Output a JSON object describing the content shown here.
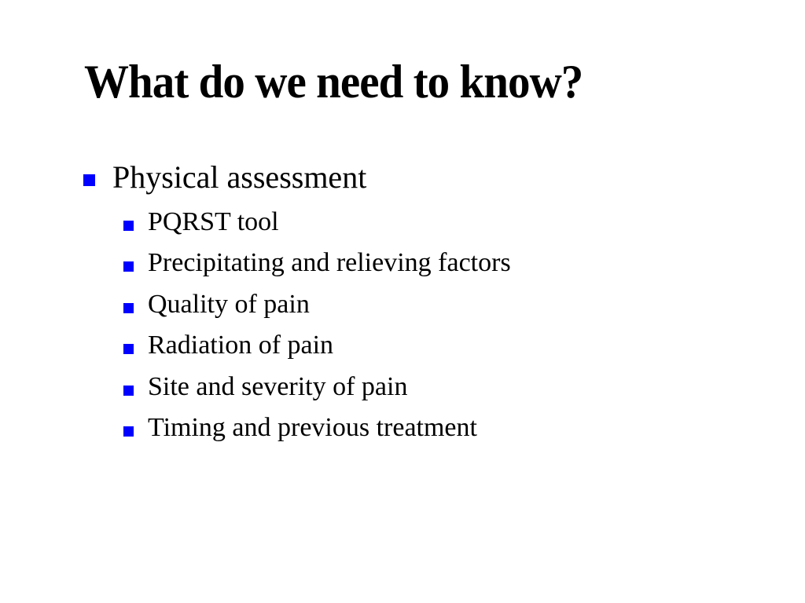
{
  "slide": {
    "title": "What do we need to know?",
    "bullet_color": "#0000ff",
    "items": [
      {
        "label": "Physical assessment",
        "level": 1,
        "children": [
          {
            "label": "PQRST tool"
          },
          {
            "label": "Precipitating and relieving factors"
          },
          {
            "label": "Quality of pain"
          },
          {
            "label": "Radiation of pain"
          },
          {
            "label": "Site and severity of pain"
          },
          {
            "label": "Timing and previous treatment"
          }
        ]
      }
    ]
  }
}
